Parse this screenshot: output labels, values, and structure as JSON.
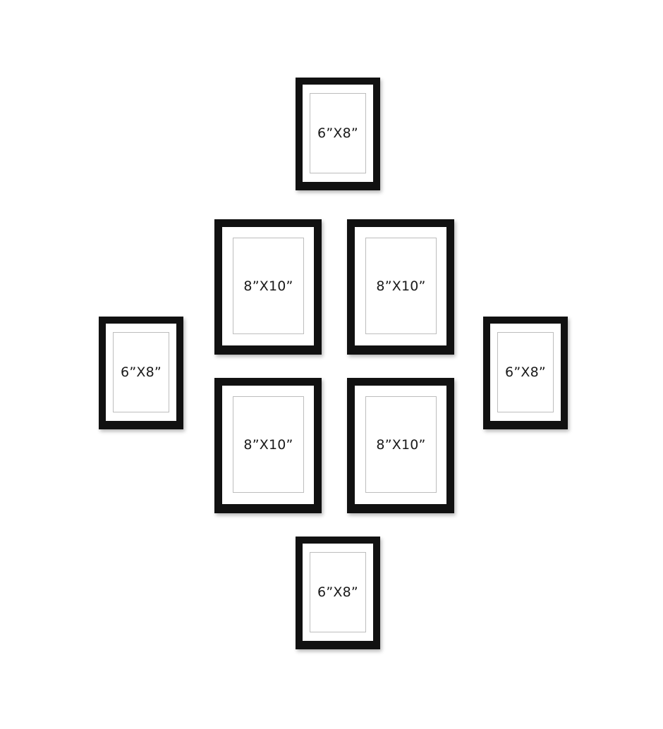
{
  "frames": {
    "top": {
      "label": "6”X8”"
    },
    "left": {
      "label": "6”X8”"
    },
    "right": {
      "label": "6”X8”"
    },
    "bottom": {
      "label": "6”X8”"
    },
    "top_left": {
      "label": "8”X10”"
    },
    "top_right": {
      "label": "8”X10”"
    },
    "bottom_left": {
      "label": "8”X10”"
    },
    "bottom_right": {
      "label": "8”X10”"
    }
  },
  "colors": {
    "frame": "#111111",
    "mat": "#ffffff",
    "opening_border": "#bdbdbd",
    "background": "#ffffff"
  }
}
